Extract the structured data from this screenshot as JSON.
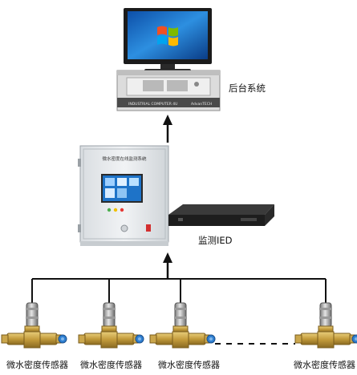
{
  "labels": {
    "backend": "后台系统",
    "ied": "监测IED",
    "cabinet_title": "微水密度在线监测系统",
    "sensor": "微水密度传感器"
  },
  "server": {
    "front_text_left": "INDUSTRIAL COMPUTER 4U",
    "front_text_right": "AdvanTECH"
  },
  "sensors": [
    {
      "label": "微水密度传感器"
    },
    {
      "label": "微水密度传感器"
    },
    {
      "label": "微水密度传感器"
    },
    {
      "label": "微水密度传感器"
    }
  ],
  "colors": {
    "line": "#111111",
    "brass": "#c8a54a",
    "cabinet": "#e9ecef",
    "screen": "#1e73c8",
    "monitor": "#1b1b1b"
  }
}
